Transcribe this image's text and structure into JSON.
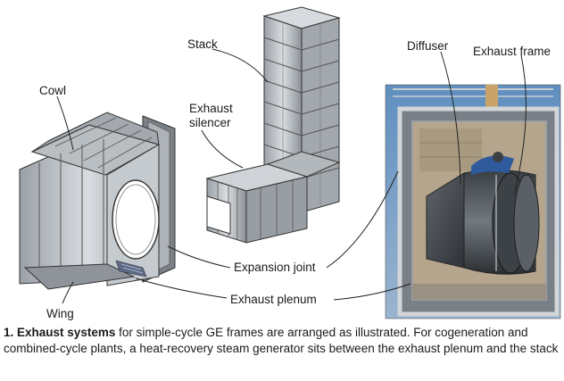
{
  "labels": {
    "stack": "Stack",
    "cowl": "Cowl",
    "exhaust_silencer_line1": "Exhaust",
    "exhaust_silencer_line2": "silencer",
    "diffuser": "Diffuser",
    "exhaust_frame": "Exhaust frame",
    "expansion_joint": "Expansion joint",
    "exhaust_plenum": "Exhaust plenum",
    "wing": "Wing"
  },
  "caption": {
    "figure_number": "1.",
    "title": "Exhaust systems",
    "text": "for simple-cycle GE frames are arranged as illustrated. For cogeneration and combined-cycle plants, a heat-recovery steam generator sits between the exhaust plenum and the stack"
  }
}
